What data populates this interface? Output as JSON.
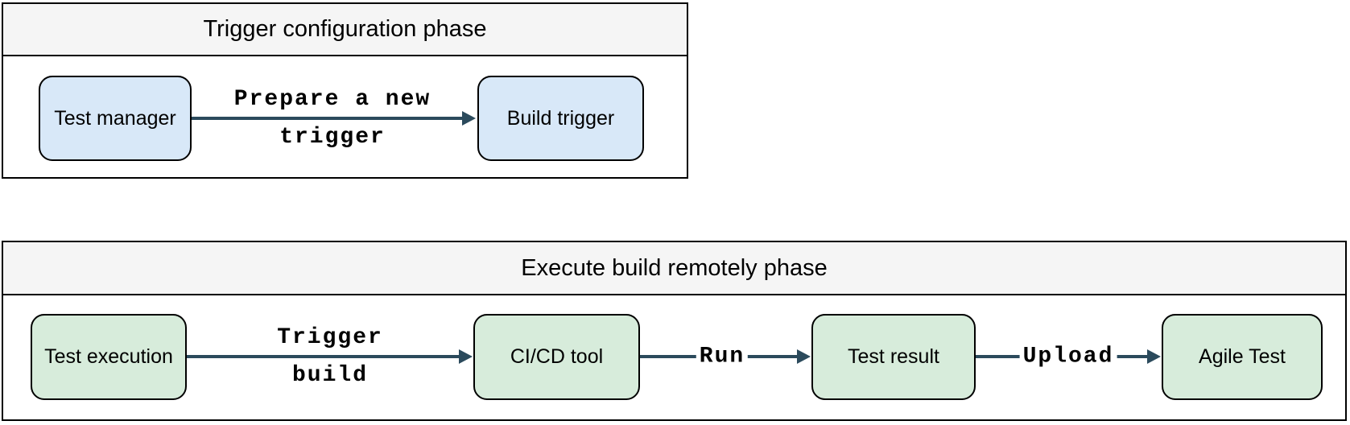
{
  "colors": {
    "node_blue_fill": "#d8e8f8",
    "node_green_fill": "#d7ecdb",
    "node_border": "#000000",
    "phase_header_bg": "#f5f5f5",
    "phase_border": "#000000",
    "arrow": "#2b4a5c",
    "canvas": "#ffffff",
    "text": "#000000"
  },
  "phases": [
    {
      "id": "trigger-configuration",
      "title": "Trigger configuration phase",
      "nodes": [
        {
          "id": "test-manager",
          "label": "Test manager",
          "color": "blue"
        },
        {
          "id": "build-trigger",
          "label": "Build trigger",
          "color": "blue"
        }
      ],
      "edges": [
        {
          "from": "test-manager",
          "to": "build-trigger",
          "label_line1": "Prepare a new",
          "label_line2": "trigger"
        }
      ]
    },
    {
      "id": "execute-build-remotely",
      "title": "Execute build remotely phase",
      "nodes": [
        {
          "id": "test-execution",
          "label": "Test execution",
          "color": "green"
        },
        {
          "id": "cicd-tool",
          "label": "CI/CD tool",
          "color": "green"
        },
        {
          "id": "test-result",
          "label": "Test result",
          "color": "green"
        },
        {
          "id": "agile-test",
          "label": "Agile Test",
          "color": "green"
        }
      ],
      "edges": [
        {
          "from": "test-execution",
          "to": "cicd-tool",
          "label_line1": "Trigger",
          "label_line2": "build"
        },
        {
          "from": "cicd-tool",
          "to": "test-result",
          "label": "Run"
        },
        {
          "from": "test-result",
          "to": "agile-test",
          "label": "Upload"
        }
      ]
    }
  ]
}
